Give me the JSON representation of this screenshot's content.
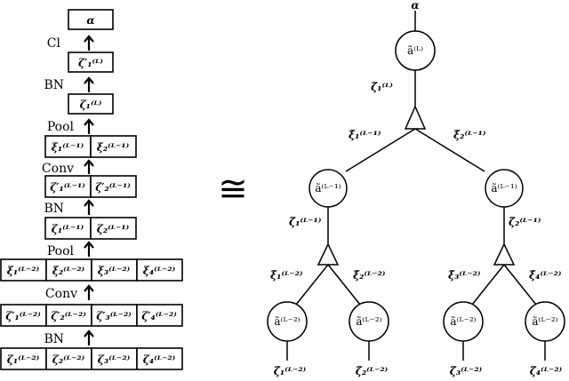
{
  "left_stack": {
    "output": "α",
    "layers": {
      "cl": "Cl",
      "bn_top": "BN",
      "pool_top": "Pool",
      "conv_top": "Conv",
      "bn_mid": "BN",
      "pool_bottom": "Pool",
      "conv_bottom": "Conv",
      "bn_bottom": "BN"
    },
    "rows": {
      "zeta_prime_L": [
        "ζ′₁⁽ᴸ⁾"
      ],
      "zeta_L": [
        "ζ₁⁽ᴸ⁾"
      ],
      "xi_Lm1": [
        "ξ₁⁽ᴸ⁻¹⁾",
        "ξ₂⁽ᴸ⁻¹⁾"
      ],
      "zeta_prime_Lm1": [
        "ζ′₁⁽ᴸ⁻¹⁾",
        "ζ′₂⁽ᴸ⁻¹⁾"
      ],
      "zeta_Lm1": [
        "ζ₁⁽ᴸ⁻¹⁾",
        "ζ₂⁽ᴸ⁻¹⁾"
      ],
      "xi_Lm2": [
        "ξ₁⁽ᴸ⁻²⁾",
        "ξ₂⁽ᴸ⁻²⁾",
        "ξ₃⁽ᴸ⁻²⁾",
        "ξ₄⁽ᴸ⁻²⁾"
      ],
      "zeta_prime_Lm2": [
        "ζ′₁⁽ᴸ⁻²⁾",
        "ζ′₂⁽ᴸ⁻²⁾",
        "ζ′₃⁽ᴸ⁻²⁾",
        "ζ′₄⁽ᴸ⁻²⁾"
      ],
      "zeta_Lm2": [
        "ζ₁⁽ᴸ⁻²⁾",
        "ζ₂⁽ᴸ⁻²⁾",
        "ζ₃⁽ᴸ⁻²⁾",
        "ζ₄⁽ᴸ⁻²⁾"
      ]
    }
  },
  "congruence_symbol": "≅",
  "tree": {
    "output": "α",
    "root_node": "ã⁽ᴸ⁾",
    "root_edge": "ζ̃₁⁽ᴸ⁾",
    "level1_nodes": [
      "ã⁽ᴸ⁻¹⁾",
      "ã⁽ᴸ⁻¹⁾"
    ],
    "level1_edges": [
      "ξ̃₁⁽ᴸ⁻¹⁾",
      "ξ̃₂⁽ᴸ⁻¹⁾"
    ],
    "level1_down_edges": [
      "ζ̃₁⁽ᴸ⁻¹⁾",
      "ζ̃₂⁽ᴸ⁻¹⁾"
    ],
    "level2_edges": [
      "ξ̃₁⁽ᴸ⁻²⁾",
      "ξ̃₂⁽ᴸ⁻²⁾",
      "ξ̃₃⁽ᴸ⁻²⁾",
      "ξ̃₄⁽ᴸ⁻²⁾"
    ],
    "leaf_nodes": [
      "ã⁽ᴸ⁻²⁾",
      "ã⁽ᴸ⁻²⁾",
      "ã⁽ᴸ⁻²⁾",
      "ã⁽ᴸ⁻²⁾"
    ],
    "leaf_edges": [
      "ζ̃₁⁽ᴸ⁻²⁾",
      "ζ̃₂⁽ᴸ⁻²⁾",
      "ζ̃₃⁽ᴸ⁻²⁾",
      "ζ̃₄⁽ᴸ⁻²⁾"
    ]
  }
}
